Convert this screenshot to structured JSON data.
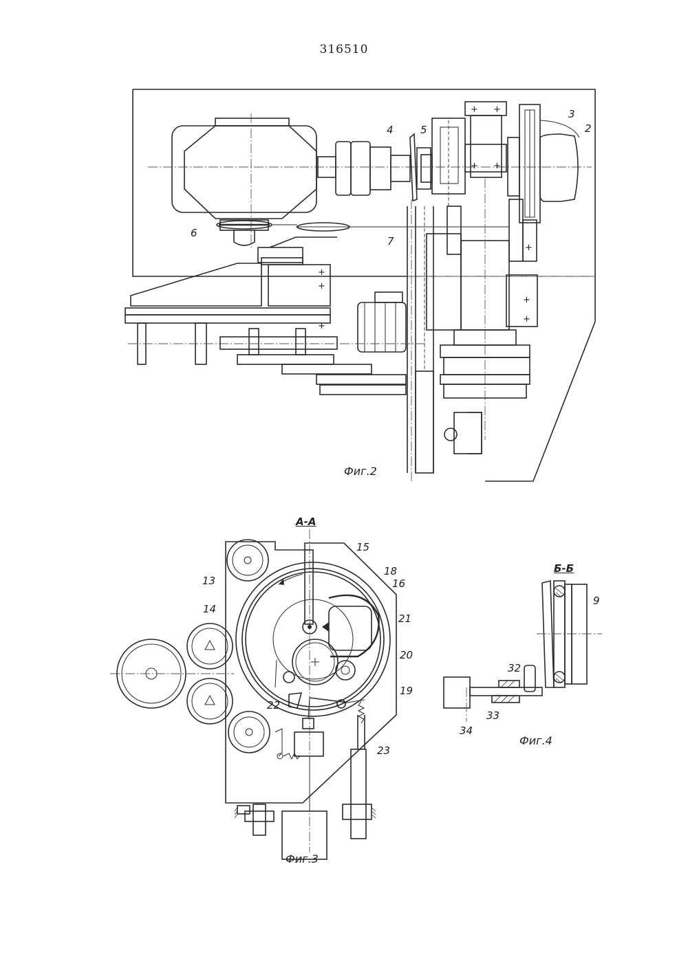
{
  "patent_number": "316510",
  "figures": [
    {
      "id": "fig2",
      "caption": "Фиг.2",
      "labels": [
        "2",
        "3",
        "4",
        "5",
        "6",
        "7"
      ]
    },
    {
      "id": "fig3",
      "caption": "Фиг.3",
      "section": "А-А",
      "labels": [
        "13",
        "14",
        "15",
        "16",
        "18",
        "19",
        "20",
        "21",
        "22",
        "23"
      ]
    },
    {
      "id": "fig4",
      "caption": "Фиг.4",
      "section": "Б-Б",
      "labels": [
        "9",
        "32",
        "33",
        "34"
      ]
    }
  ]
}
